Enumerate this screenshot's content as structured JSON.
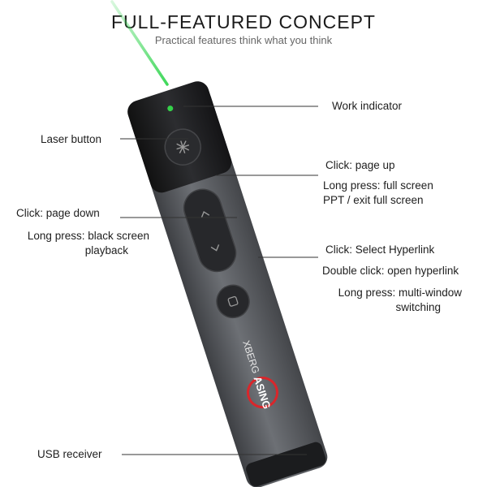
{
  "header": {
    "title": "FULL-FEATURED CONCEPT",
    "subtitle": "Practical features think what you think"
  },
  "callouts": {
    "work_indicator": "Work indicator",
    "laser_button": "Laser button",
    "page_up_click": "Click: page up",
    "page_up_long_1": "Long press: full screen",
    "page_up_long_2": "PPT / exit full screen",
    "page_down_click": "Click: page down",
    "page_down_long_1": "Long press: black screen",
    "page_down_long_2": "playback",
    "hyperlink_click": "Click: Select Hyperlink",
    "hyperlink_double": "Double click: open hyperlink",
    "hyperlink_long_1": "Long press: multi-window",
    "hyperlink_long_2": "switching",
    "usb_receiver": "USB receiver"
  },
  "device": {
    "brand_logo": "ASING",
    "brand_text": "XBERG",
    "laser_color": "#3fd85a",
    "body_color": "#5a5d61",
    "indicator_color": "#35d24a"
  }
}
